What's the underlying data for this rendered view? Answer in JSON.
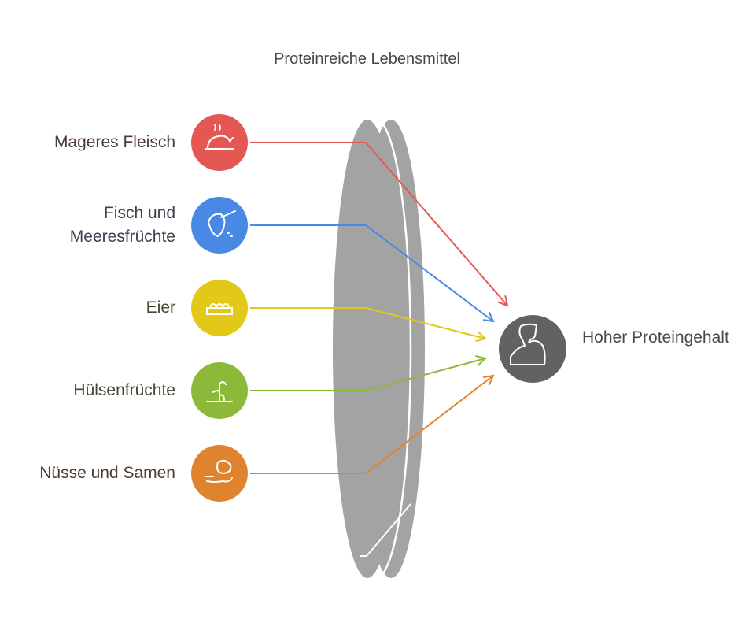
{
  "title": "Proteinreiche Lebensmittel",
  "inputs": [
    {
      "label": "Mageres Fleisch",
      "icon": "roast-chicken-icon",
      "color": "#e55753",
      "text_color": "#4d3a3a"
    },
    {
      "label": "Fisch und Meeresfrüchte",
      "icon": "fish-icon",
      "color": "#4a88e5",
      "text_color": "#3b4352"
    },
    {
      "label": "Eier",
      "icon": "egg-carton-icon",
      "color": "#e2c917",
      "text_color": "#4a4530"
    },
    {
      "label": "Hülsenfrüchte",
      "icon": "legume-plant-icon",
      "color": "#8db93a",
      "text_color": "#404a33"
    },
    {
      "label": "Nüsse und Samen",
      "icon": "peanut-icon",
      "color": "#e0832f",
      "text_color": "#4d3d30"
    }
  ],
  "output": {
    "label": "Hoher Proteingehalt",
    "icon": "flexed-arm-icon",
    "color": "#626262"
  },
  "lens_color": "#a3a3a3"
}
